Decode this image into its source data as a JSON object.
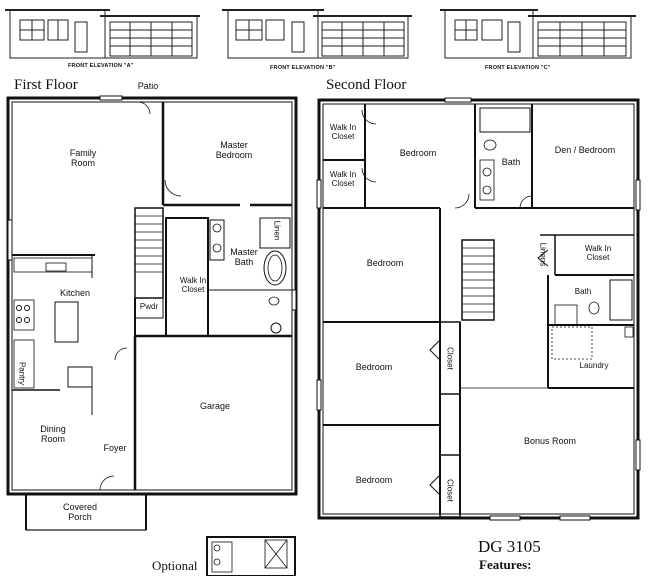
{
  "elevations": [
    {
      "caption": "FRONT ELEVATION \"A\""
    },
    {
      "caption": "FRONT ELEVATION \"B\""
    },
    {
      "caption": "FRONT ELEVATION \"C\""
    }
  ],
  "first_floor": {
    "title": "First Floor",
    "patio": "Patio",
    "family_room": "Family\nRoom",
    "master_bedroom": "Master\nBedroom",
    "linen": "Linen",
    "master_bath": "Master\nBath",
    "walk_in_closet": "Walk In\nCloset",
    "kitchen": "Kitchen",
    "pwdr": "Pwdr",
    "pantry": "Pantry",
    "garage": "Garage",
    "dining_room": "Dining\nRoom",
    "foyer": "Foyer",
    "covered_porch": "Covered\nPorch"
  },
  "second_floor": {
    "title": "Second Floor",
    "walk_in_closet_1": "Walk In\nCloset",
    "walk_in_closet_2": "Walk In\nCloset",
    "bedroom_top": "Bedroom",
    "bath_top": "Bath",
    "den_bedroom": "Den / Bedroom",
    "bedroom_mid": "Bedroom",
    "linens": "Linens",
    "walk_in_closet_3": "Walk In\nCloset",
    "bath_right": "Bath",
    "bedroom_left": "Bedroom",
    "closet_1": "Closet",
    "laundry": "Laundry",
    "bonus_room": "Bonus Room",
    "bedroom_bottom": "Bedroom",
    "closet_2": "Closet"
  },
  "optional": "Optional",
  "model": "DG 3105",
  "features": "Features:"
}
